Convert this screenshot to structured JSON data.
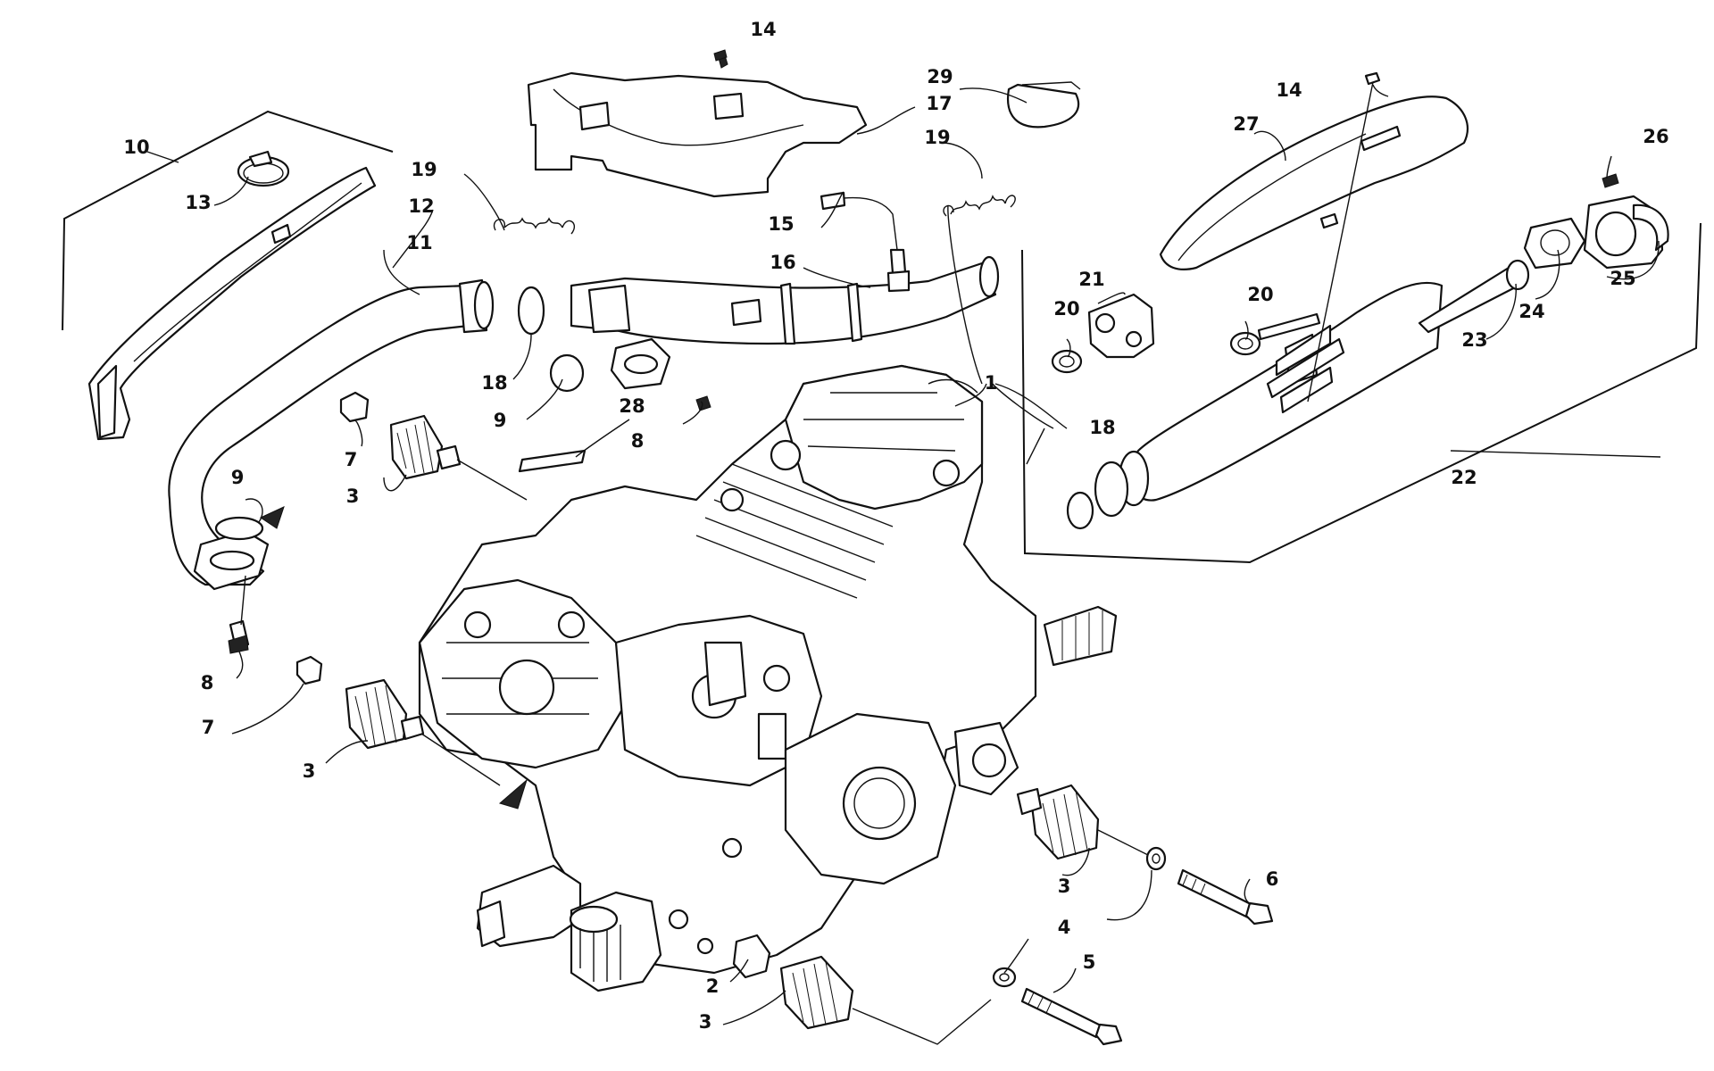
{
  "callouts": [
    "1",
    "2",
    "3",
    "3",
    "3",
    "3",
    "4",
    "5",
    "6",
    "7",
    "7",
    "8",
    "8",
    "9",
    "9",
    "10",
    "11",
    "12",
    "13",
    "14",
    "14",
    "15",
    "16",
    "17",
    "18",
    "18",
    "19",
    "19",
    "20",
    "20",
    "21",
    "22",
    "23",
    "24",
    "25",
    "26",
    "27",
    "28",
    "29"
  ],
  "colors": {
    "ink": "#111111",
    "paper": "#ffffff"
  }
}
